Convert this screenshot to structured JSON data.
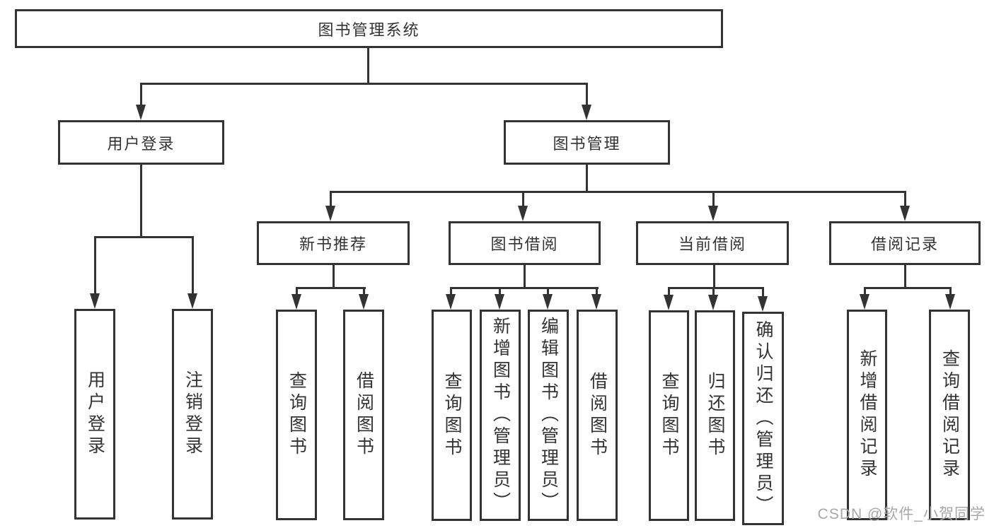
{
  "colors": {
    "line": "#333333",
    "text": "#333333",
    "watermark": "#a8a8a8",
    "background": "#ffffff"
  },
  "watermark": {
    "text": "CSDN @软件_小贺同学"
  },
  "tree": {
    "label": "图书管理系统",
    "children": [
      {
        "label": "用户登录",
        "children": [
          {
            "label": "用户登录"
          },
          {
            "label": "注销登录"
          }
        ]
      },
      {
        "label": "图书管理",
        "children": [
          {
            "label": "新书推荐",
            "children": [
              {
                "label": "查询图书"
              },
              {
                "label": "借阅图书"
              }
            ]
          },
          {
            "label": "图书借阅",
            "children": [
              {
                "label": "查询图书"
              },
              {
                "label": "新增图书（管理员）"
              },
              {
                "label": "编辑图书（管理员）"
              },
              {
                "label": "借阅图书"
              }
            ]
          },
          {
            "label": "当前借阅",
            "children": [
              {
                "label": "查询图书"
              },
              {
                "label": "归还图书"
              },
              {
                "label": "确认归还（管理员）"
              }
            ]
          },
          {
            "label": "借阅记录",
            "children": [
              {
                "label": "新增借阅记录"
              },
              {
                "label": "查询借阅记录"
              }
            ]
          }
        ]
      }
    ]
  }
}
